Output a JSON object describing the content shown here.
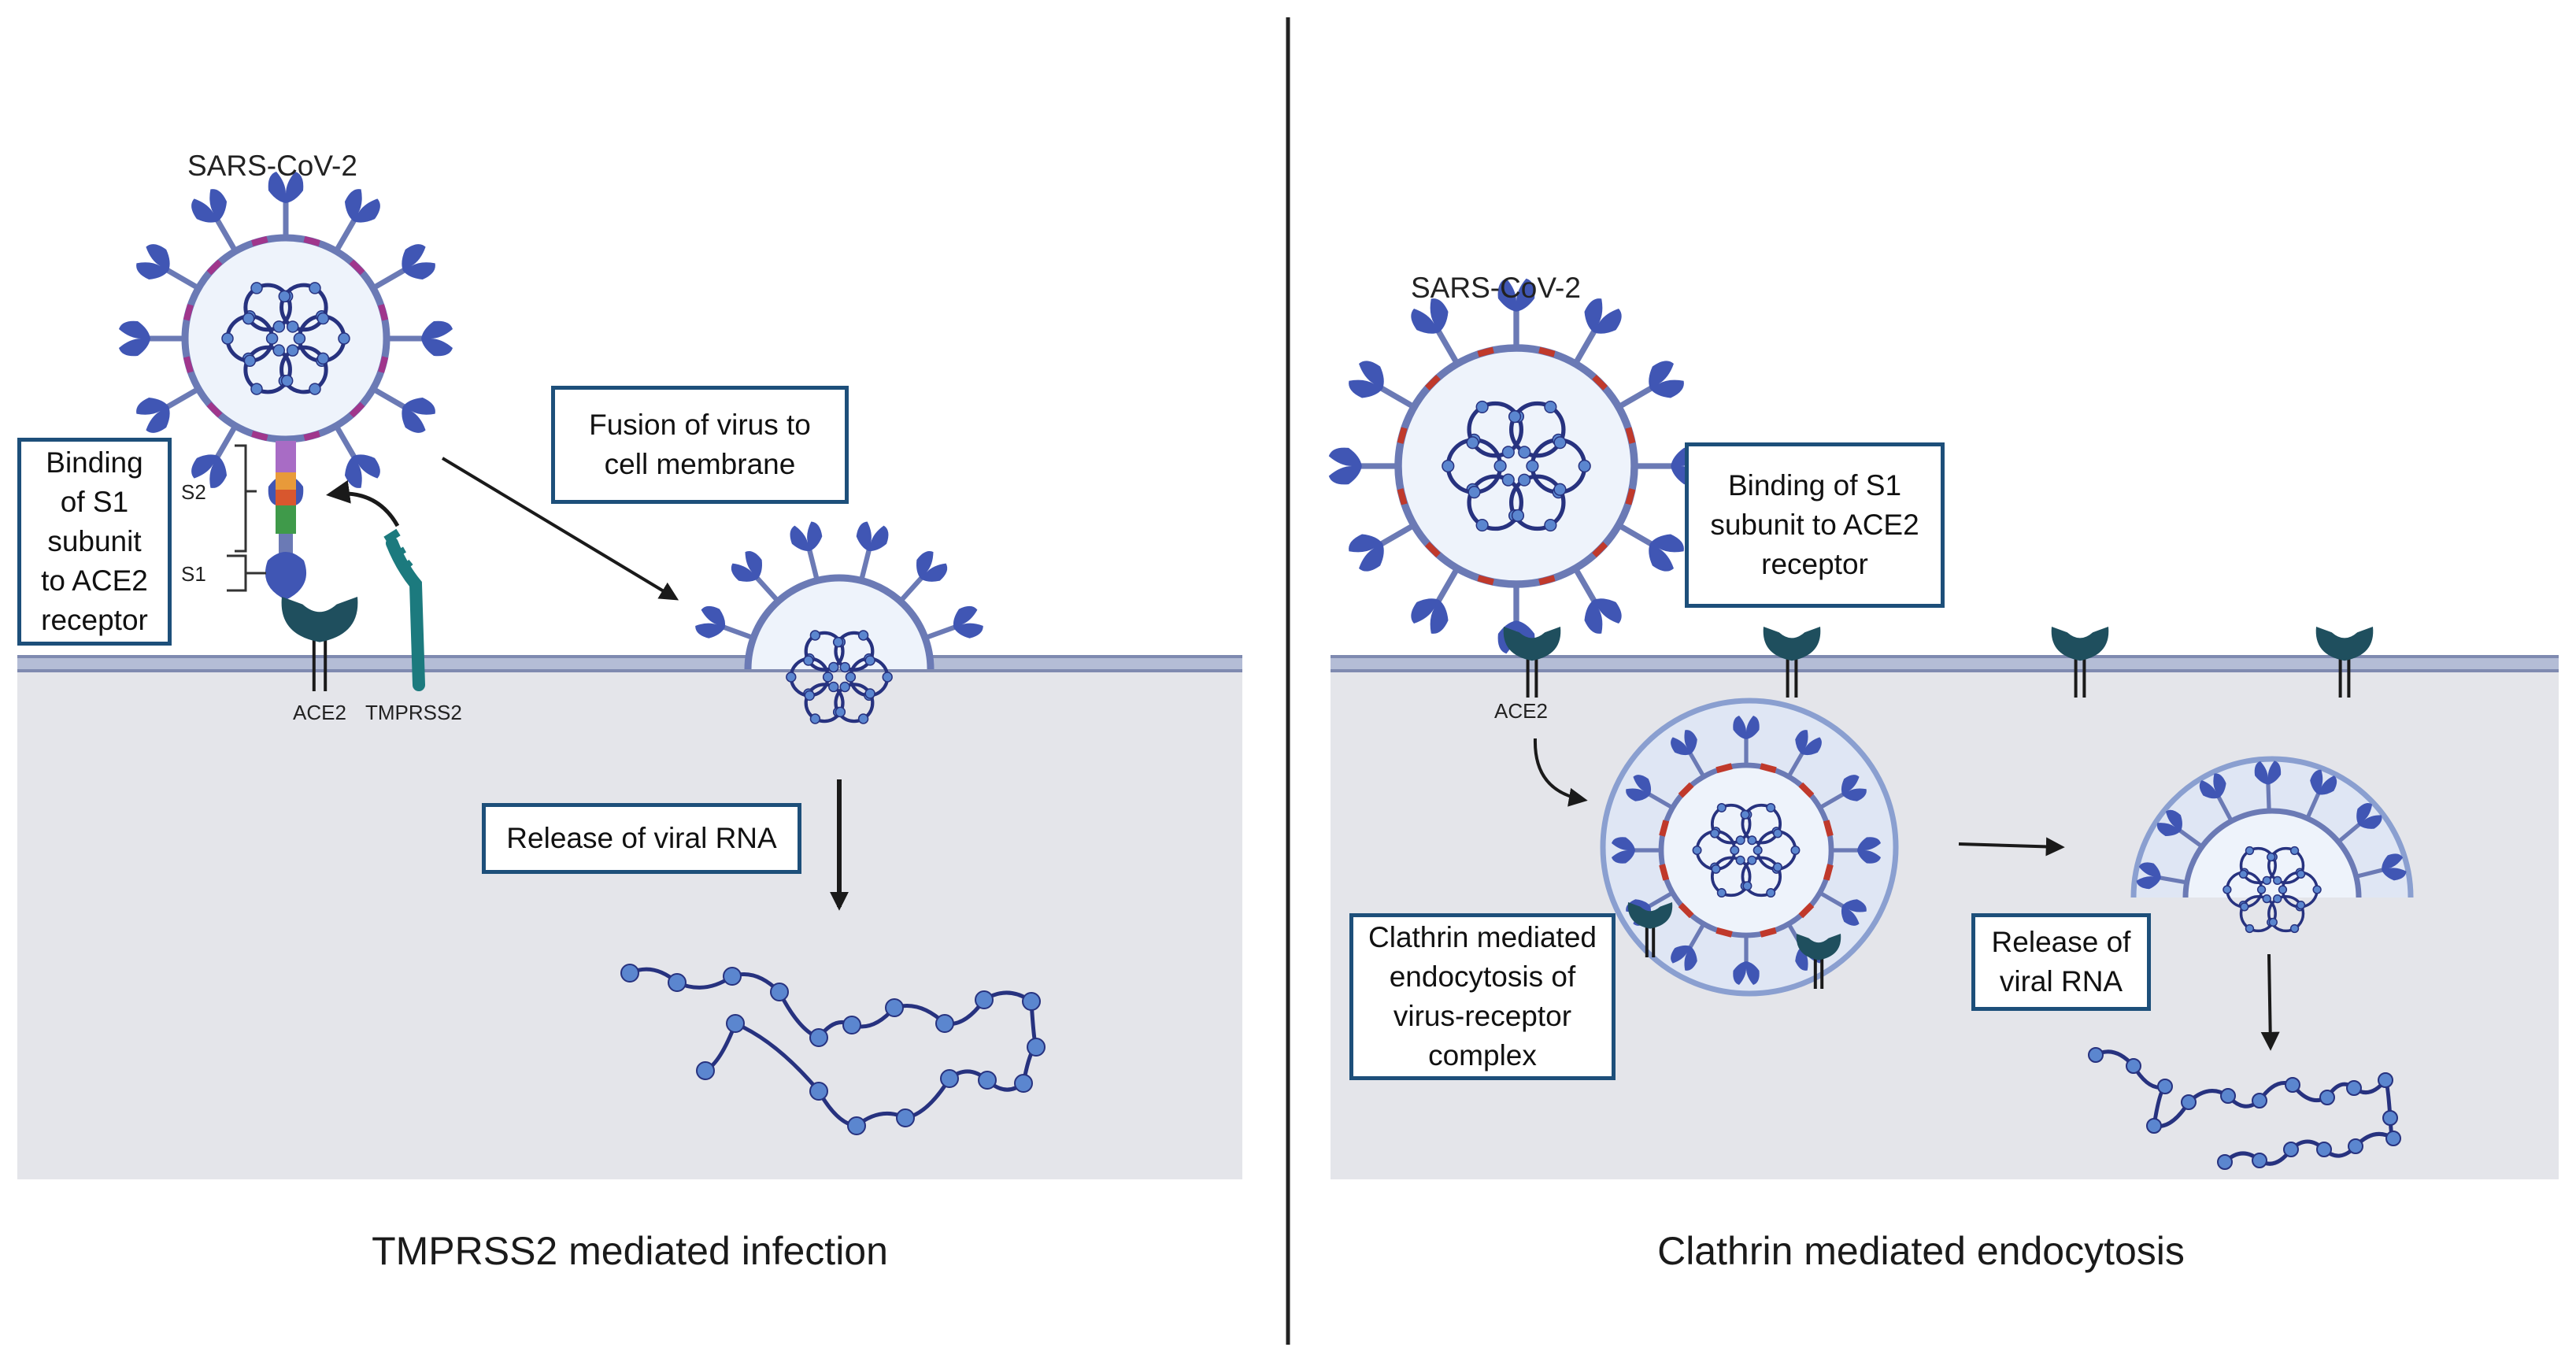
{
  "colors": {
    "cytoplasm": "#e4e5ea",
    "membrane": "#9ea8c8",
    "virus_envelope": "#6b7ab5",
    "virus_interior": "#eef3fb",
    "spike": "#4056b4",
    "rna": "#27327f",
    "rna_bead": "#5b86cf",
    "receptor": "#1f4f5e",
    "tmprss2": "#1c7a7e",
    "box_border": "#1d4f7a",
    "divider": "#222222"
  },
  "left_panel": {
    "virus_label": "SARS-CoV-2",
    "boxes": {
      "binding": "Binding\nof S1\nsubunit\nto ACE2\nreceptor",
      "fusion": "Fusion of virus to\ncell membrane",
      "release": "Release of viral RNA"
    },
    "labels": {
      "s2": "S2",
      "s1": "S1",
      "ace2": "ACE2",
      "tmprss2": "TMPRSS2"
    },
    "caption": "TMPRSS2 mediated infection"
  },
  "right_panel": {
    "virus_label": "SARS-CoV-2",
    "boxes": {
      "binding": "Binding of S1\nsubunit to ACE2\nreceptor",
      "clathrin": "Clathrin mediated\nendocytosis of\nvirus-receptor\ncomplex",
      "release": "Release of\nviral RNA"
    },
    "labels": {
      "ace2": "ACE2"
    },
    "caption": "Clathrin mediated endocytosis"
  }
}
